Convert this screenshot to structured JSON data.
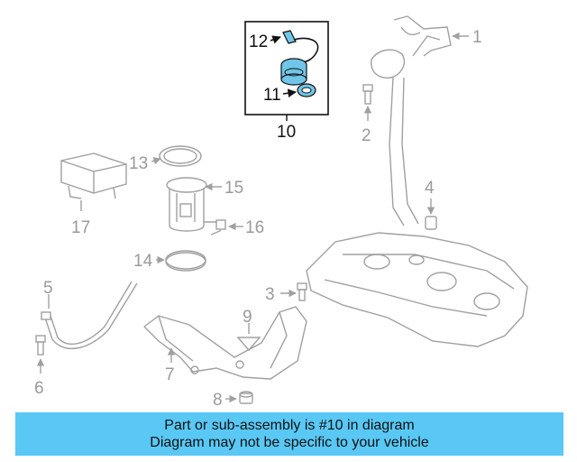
{
  "callouts": {
    "c1": "1",
    "c2": "2",
    "c3": "3",
    "c4": "4",
    "c5": "5",
    "c6": "6",
    "c7": "7",
    "c8": "8",
    "c9": "9",
    "c10": "10",
    "c11": "11",
    "c12": "12",
    "c13": "13",
    "c14": "14",
    "c15": "15",
    "c16": "16",
    "c17": "17"
  },
  "highlighted_part": "10",
  "colors": {
    "banner": "#5ac8f5",
    "highlight_part": "#6fc6e8",
    "inactive_lines": "#a0a0a0"
  },
  "banner": {
    "line1": "Part or sub-assembly is #10 in diagram",
    "line2": "Diagram may not be specific to your vehicle"
  }
}
